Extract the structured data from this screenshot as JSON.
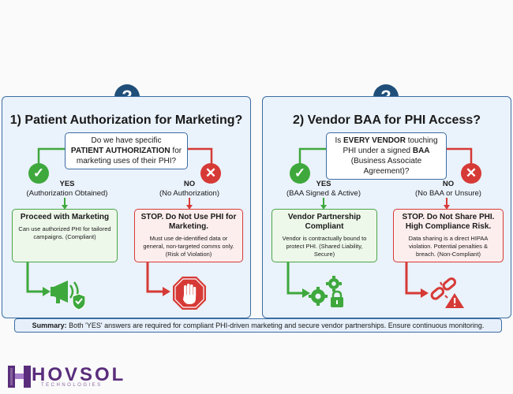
{
  "panels": [
    {
      "title": "1) Patient Authorization for Marketing?",
      "question_pre": "Do we have specific",
      "question_bold": "PATIENT AUTHORIZATION",
      "question_post": " for marketing uses of their PHI?",
      "yes_label": "YES",
      "yes_sub": "(Authorization Obtained)",
      "no_label": "NO",
      "no_sub": "(No Authorization)",
      "yes_box_title": "Proceed with Marketing",
      "yes_box_body": "Can use authorized PHI for tailored campaigns. (Compliant)",
      "no_box_title": "STOP. Do Not Use PHI for Marketing.",
      "no_box_body": "Must use de-identified data or general, non-targeted comms only. (Risk of Violation)",
      "yes_icon": "megaphone-shield-icon",
      "no_icon": "stop-hand-icon"
    },
    {
      "title": "2) Vendor BAA for PHI Access?",
      "question_pre": "Is ",
      "question_bold": "EVERY VENDOR",
      "question_mid": " touching PHI under a signed ",
      "question_bold2": "BAA",
      "question_post": " (Business Associate Agreement)?",
      "yes_label": "YES",
      "yes_sub": "(BAA Signed & Active)",
      "no_label": "NO",
      "no_sub": "(No BAA or Unsure)",
      "yes_box_title": "Vendor Partnership Compliant",
      "yes_box_body": "Vendor is contractually bound to protect PHI. (Shared Liability, Secure)",
      "no_box_title": "STOP. Do Not Share PHI. High Compliance Risk.",
      "no_box_body": "Data sharing is a direct HIPAA violation. Potential penalties & breach. (Non-Compliant)",
      "yes_icon": "gears-lock-icon",
      "no_icon": "broken-link-warning-icon"
    }
  ],
  "badge_glyph": "?",
  "check_glyph": "✓",
  "cross_glyph": "✕",
  "summary_bold": "Summary:",
  "summary_text": " Both 'YES' answers are required for compliant PHI-driven marketing and secure vendor partnerships. Ensure continuous monitoring.",
  "logo": {
    "name": "HOVSOL",
    "sub": "TECHNOLOGIES"
  },
  "colors": {
    "navy": "#1f4e79",
    "green": "#3ea83d",
    "red": "#d63a36",
    "purple": "#5a2d7c",
    "panel_bg": "#eaf2fb"
  }
}
